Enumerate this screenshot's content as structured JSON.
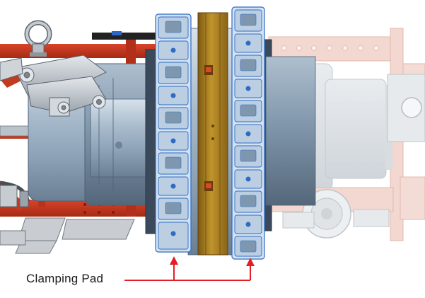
{
  "annotation": {
    "label": "Clamping Pad",
    "arrow_color": "#e41e26"
  },
  "colors": {
    "frame_red": "#c8361c",
    "frame_red_ghost": "#dca898",
    "steel_blue": "#9fb2c6",
    "bronze_ring": "#a3781f",
    "background": "#ffffff"
  },
  "components": [
    "lifting-eye",
    "linkage-arm",
    "support-frame",
    "hydraulic-hose",
    "main-cylinder",
    "clamping-pad-ring",
    "clamping-pad-ring",
    "bronze-sealing-ring",
    "ghost-cylinder",
    "ghost-frame",
    "ghost-wheel"
  ]
}
